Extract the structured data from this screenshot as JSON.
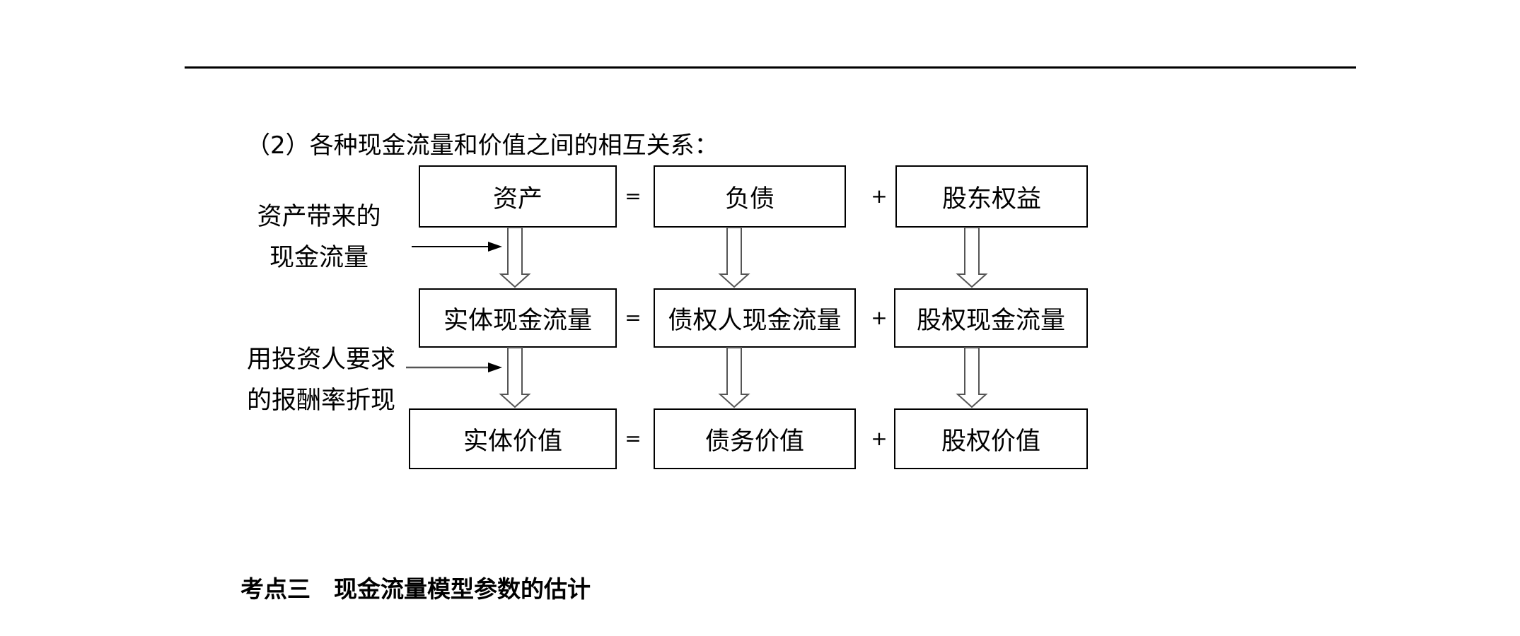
{
  "intro_text": "（2）各种现金流量和价值之间的相互关系：",
  "rows": [
    {
      "boxes": [
        "资产",
        "负债",
        "股东权益"
      ],
      "operators": [
        "=",
        "+"
      ]
    },
    {
      "boxes": [
        "实体现金流量",
        "债权人现金流量",
        "股权现金流量"
      ],
      "operators": [
        "=",
        "+"
      ]
    },
    {
      "boxes": [
        "实体价值",
        "债务价值",
        "股权价值"
      ],
      "operators": [
        "=",
        "+"
      ]
    }
  ],
  "side_labels": [
    {
      "line1": "资产带来的",
      "line2": "现金流量"
    },
    {
      "line1": "用投资人要求",
      "line2": "的报酬率折现"
    }
  ],
  "section_heading": "考点三　现金流量模型参数的估计"
}
